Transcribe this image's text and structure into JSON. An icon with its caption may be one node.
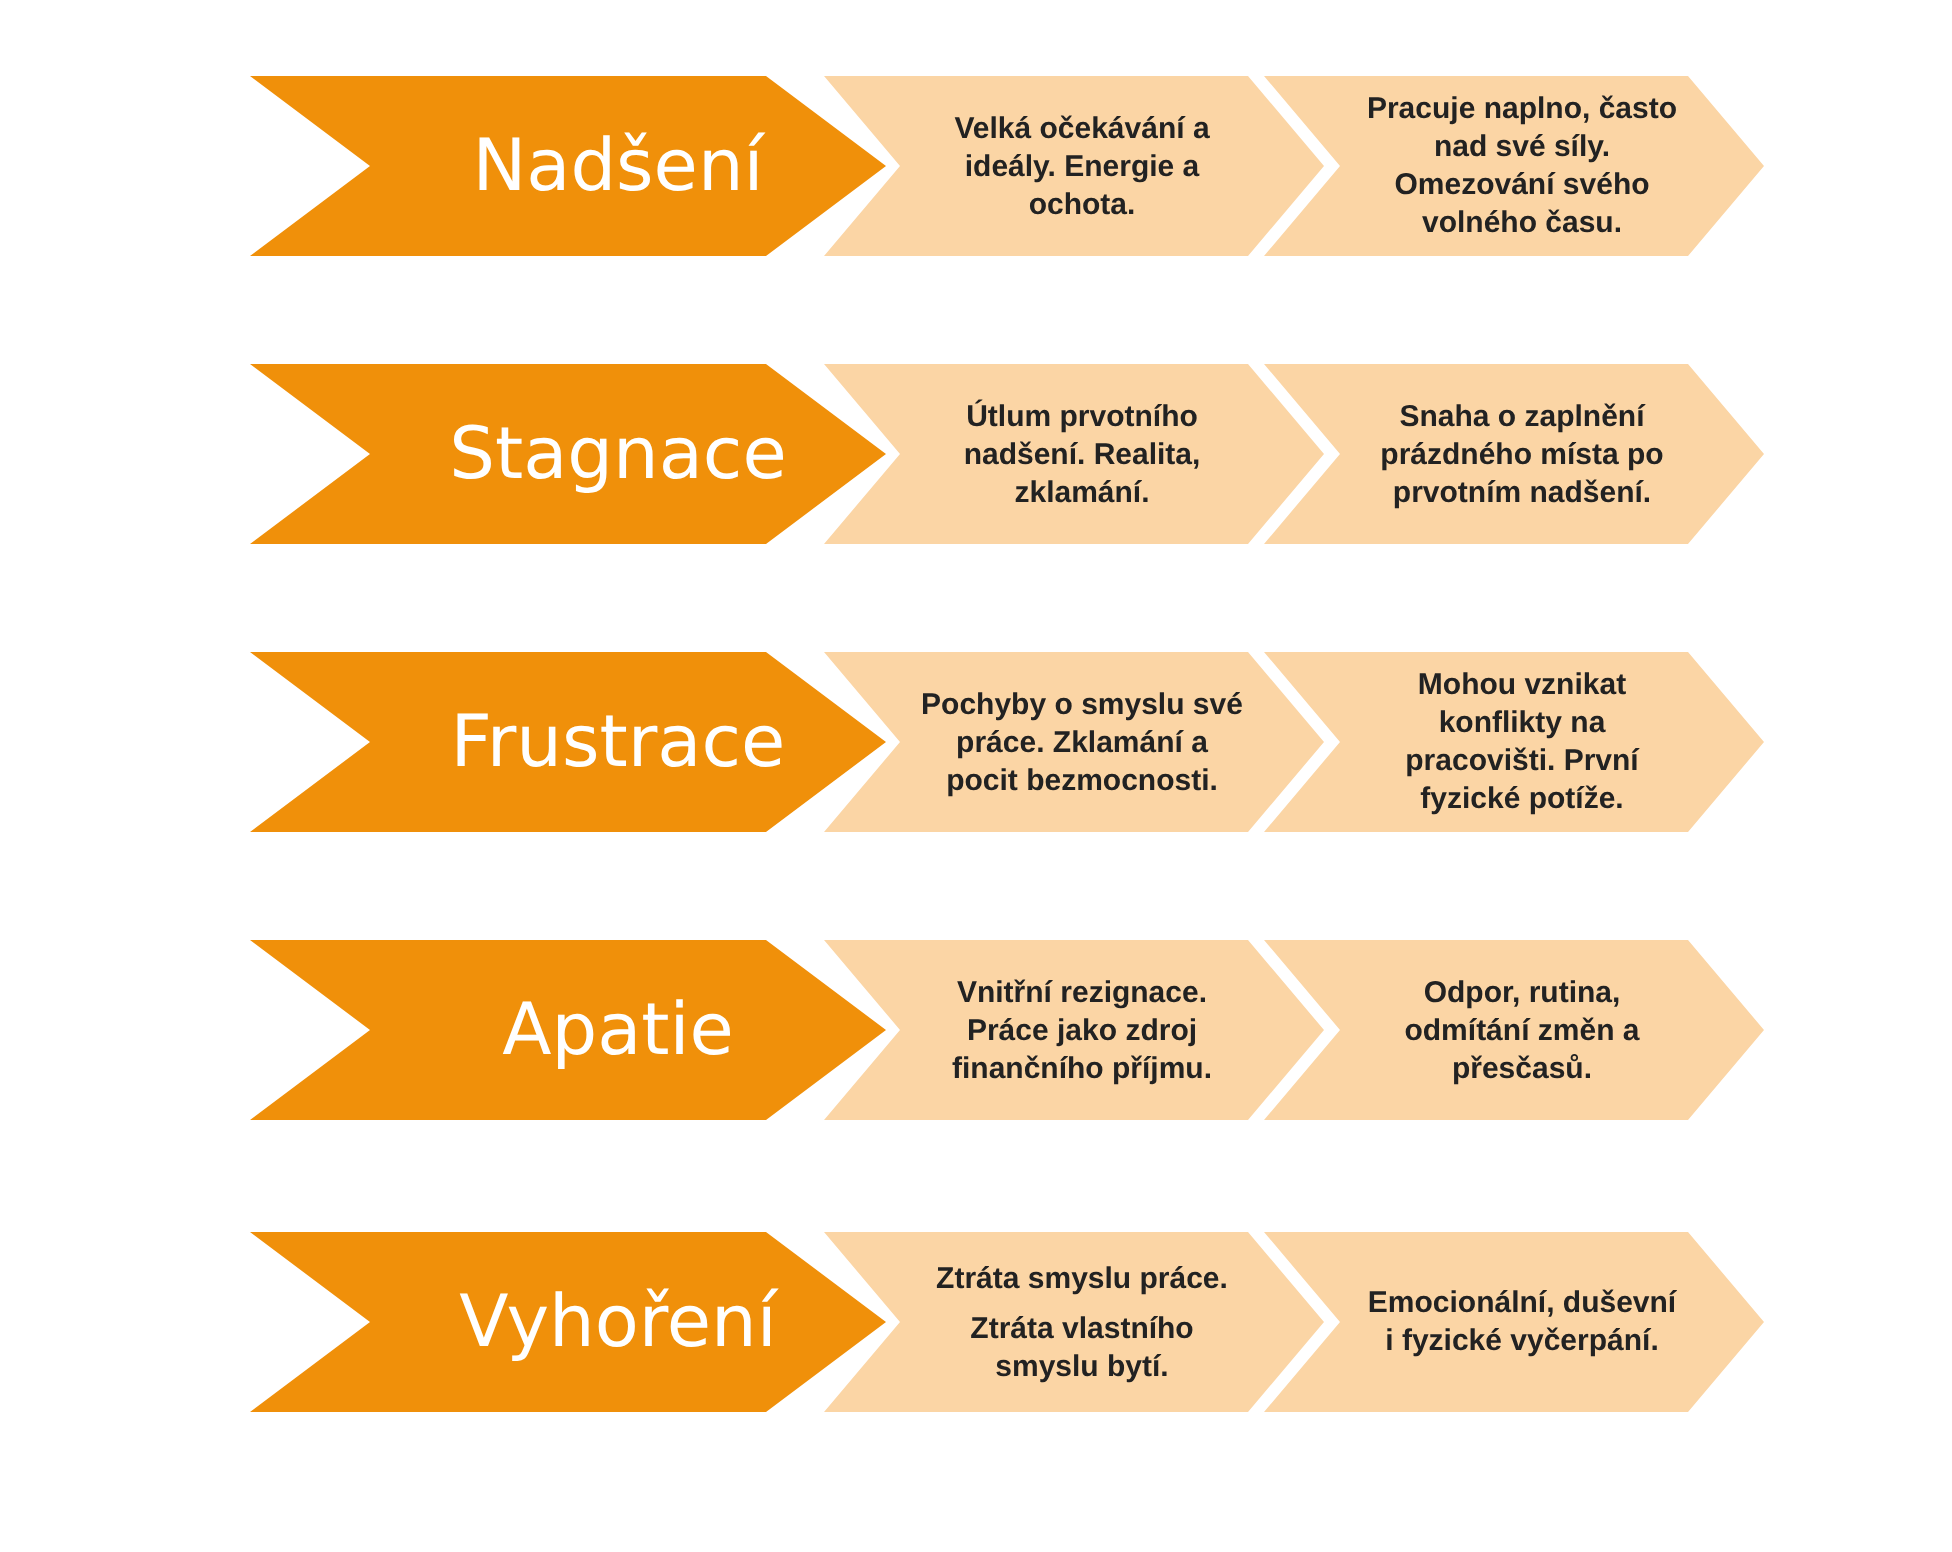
{
  "diagram": {
    "nodes": [
      {
        "text": [
          "Nadšení"
        ]
      },
      {
        "text": [
          "Velká očekávání a ideály. Energie a ochota."
        ]
      },
      {
        "text": [
          "Pracuje naplno, často nad své síly. Omezování svého volného času."
        ]
      },
      {
        "text": [
          "Stagnace"
        ]
      },
      {
        "text": [
          "Útlum prvotního nadšení. Realita, zklamání."
        ]
      },
      {
        "text": [
          "Snaha o zaplnění prázdného místa po prvotním nadšení."
        ]
      },
      {
        "text": [
          "Frustrace"
        ]
      },
      {
        "text": [
          "Pochyby o smyslu své práce. Zklamání a pocit bezmocnosti."
        ]
      },
      {
        "text": [
          "Mohou vznikat konflikty na pracovišti. První fyzické potíže."
        ]
      },
      {
        "text": [
          "Apatie"
        ]
      },
      {
        "text": [
          "Vnitřní rezignace. Práce jako zdroj finančního příjmu."
        ]
      },
      {
        "text": [
          "Odpor, rutina, odmítání změn a přesčasů."
        ]
      },
      {
        "text": [
          "Vyhoření"
        ]
      },
      {
        "text": [
          "Ztráta smyslu práce.",
          "Ztráta vlastního smyslu bytí."
        ]
      },
      {
        "text": [
          "Emocionální, duševní i fyzické vyčerpání."
        ]
      }
    ]
  }
}
